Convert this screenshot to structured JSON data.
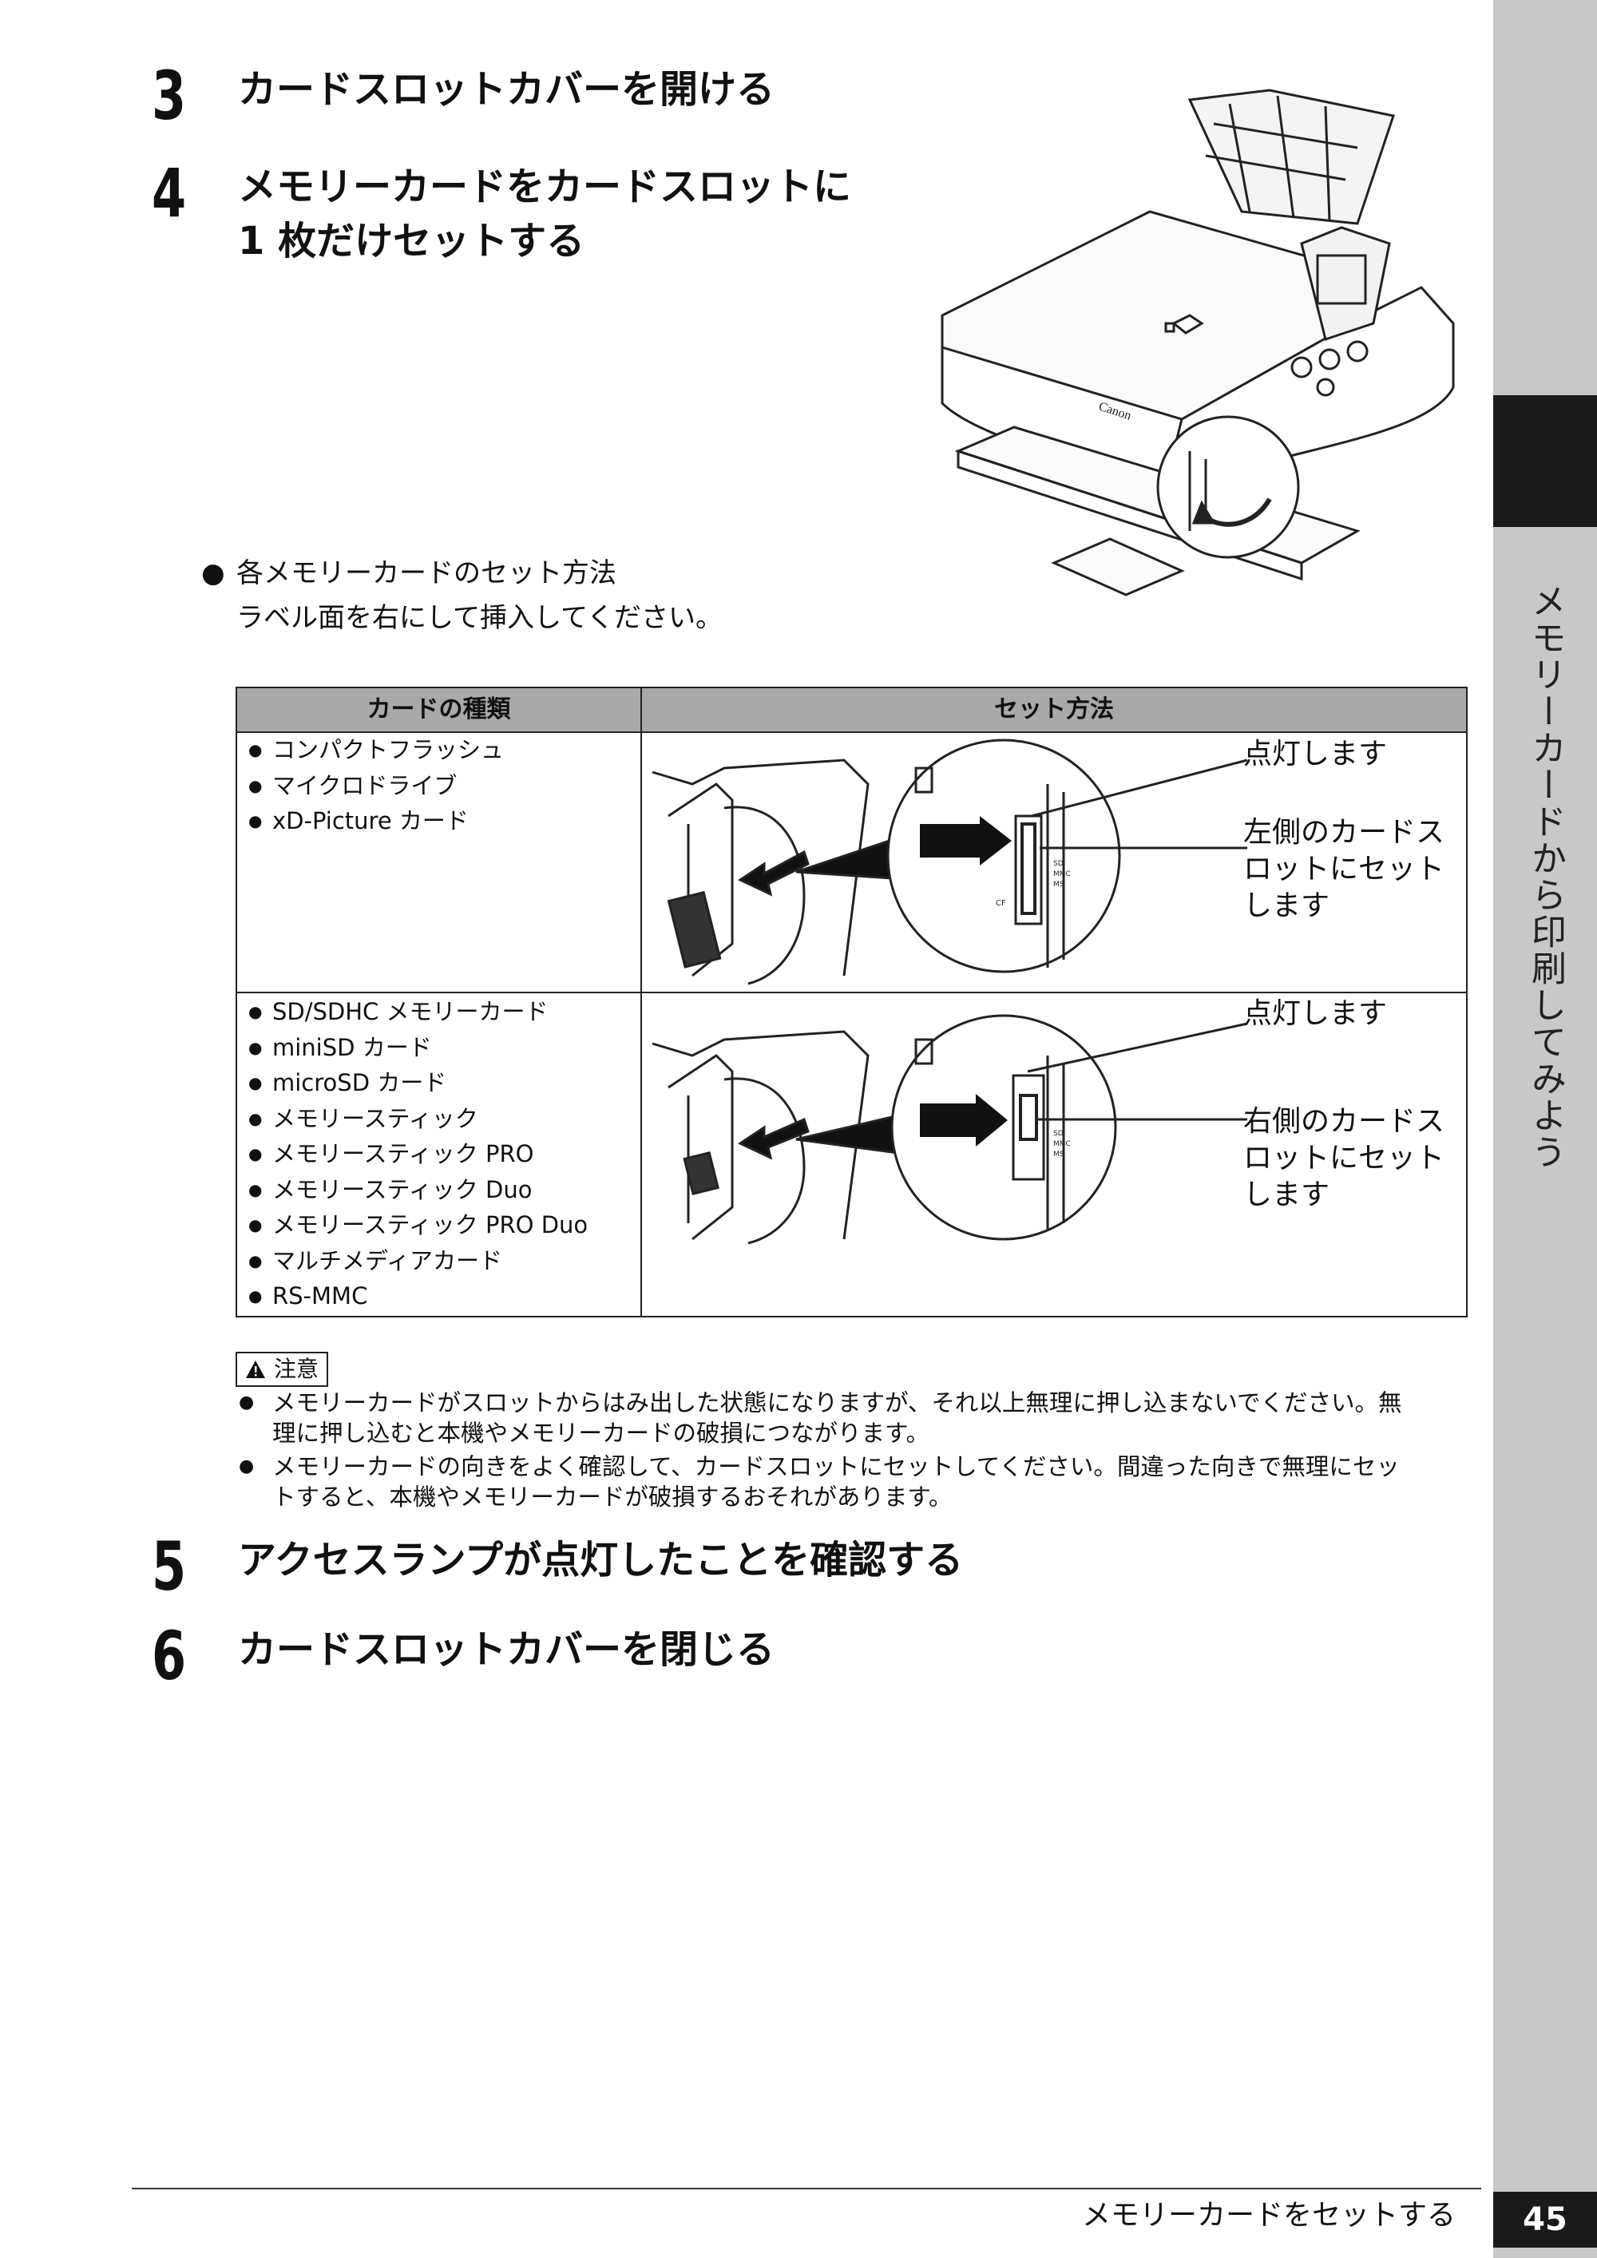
{
  "side_tab": {
    "label": "メモリーカードから印刷してみよう"
  },
  "steps": [
    {
      "num": "3",
      "text": "カードスロットカバーを開ける"
    },
    {
      "num": "4",
      "line1": "メモリーカードをカードスロットに",
      "line2": "1 枚だけセットする"
    },
    {
      "num": "5",
      "text": "アクセスランプが点灯したことを確認する"
    },
    {
      "num": "6",
      "text": "カードスロットカバーを閉じる"
    }
  ],
  "note": {
    "line1": "各メモリーカードのセット方法",
    "line2": "ラベル面を右にして挿入してください。"
  },
  "table": {
    "headers": [
      "カードの種類",
      "セット方法"
    ],
    "rows": [
      {
        "cards": [
          "コンパクトフラッシュ",
          "マイクロドライブ",
          "xD-Picture カード"
        ],
        "callout_lamp": "点灯します",
        "callout_slot": [
          "左側のカードス",
          "ロットにセット",
          "します"
        ],
        "slot_labels": [
          "CF",
          "SD",
          "MMC",
          "MS"
        ]
      },
      {
        "cards": [
          "SD/SDHC メモリーカード",
          "miniSD カード",
          "microSD カード",
          "メモリースティック",
          "メモリースティック PRO",
          "メモリースティック Duo",
          "メモリースティック PRO Duo",
          "マルチメディアカード",
          "RS-MMC"
        ],
        "callout_lamp": "点灯します",
        "callout_slot": [
          "右側のカードス",
          "ロットにセット",
          "します"
        ],
        "slot_labels": [
          "SD",
          "MMC",
          "MS"
        ]
      }
    ]
  },
  "caution": {
    "label": "注意",
    "items": [
      {
        "line1": "メモリーカードがスロットからはみ出した状態になりますが、それ以上無理に押し込まないでください。無",
        "line2": "理に押し込むと本機やメモリーカードの破損につながります。"
      },
      {
        "line1": "メモリーカードの向きをよく確認して、カードスロットにセットしてください。間違った向きで無理にセッ",
        "line2": "トすると、本機やメモリーカードが破損するおそれがあります。"
      }
    ]
  },
  "printer_brand": "Canon",
  "footer": {
    "section": "メモリーカードをセットする",
    "page": "45"
  }
}
